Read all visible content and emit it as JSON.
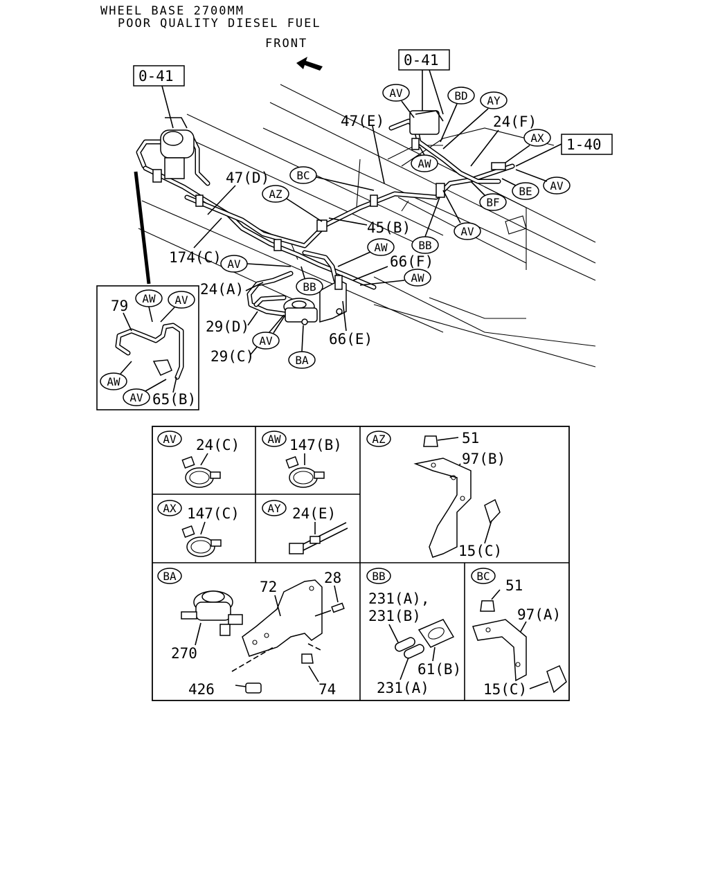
{
  "header": {
    "line1": "WHEEL BASE 2700MM",
    "line2": "POOR QUALITY DIESEL FUEL",
    "front": "FRONT"
  },
  "main_callouts": {
    "ref_left": "0-41",
    "ref_top": "0-41",
    "ref_right": "1-40",
    "p47e": "47(E)",
    "p24f": "24(F)",
    "p47d": "47(D)",
    "p45b": "45(B)",
    "p174c": "174(C)",
    "p66f": "66(F)",
    "p24a": "24(A)",
    "p29d": "29(D)",
    "p29c": "29(C)",
    "p66e": "66(E)"
  },
  "main_tags": {
    "av_top": "AV",
    "bd": "BD",
    "ay": "AY",
    "ax": "AX",
    "aw_top": "AW",
    "be": "BE",
    "av_right": "AV",
    "bf": "BF",
    "bc": "BC",
    "az": "AZ",
    "av_mid": "AV",
    "bb_right": "BB",
    "aw_mid": "AW",
    "av_left": "AV",
    "bb_mid": "BB",
    "aw_right": "AW",
    "av_low": "AV",
    "ba": "BA"
  },
  "inset": {
    "p79": "79",
    "tag_aw_top": "AW",
    "tag_av_top": "AV",
    "tag_aw_bottom": "AW",
    "tag_av_bottom": "AV",
    "p65b": "65(B)"
  },
  "detail_grid": {
    "av": {
      "tag": "AV",
      "part": "24(C)"
    },
    "aw": {
      "tag": "AW",
      "part": "147(B)"
    },
    "ax": {
      "tag": "AX",
      "part": "147(C)"
    },
    "ay": {
      "tag": "AY",
      "part": "24(E)"
    },
    "az": {
      "tag": "AZ",
      "p51": "51",
      "p97b": "97(B)",
      "p15c": "15(C)"
    },
    "ba": {
      "tag": "BA",
      "p72": "72",
      "p28": "28",
      "p270": "270",
      "p426": "426",
      "p74": "74"
    },
    "bb": {
      "tag": "BB",
      "p231a_comma": "231(A),",
      "p231b": "231(B)",
      "p61b": "61(B)",
      "p231a": "231(A)"
    },
    "bc": {
      "tag": "BC",
      "p51": "51",
      "p97a": "97(A)",
      "p15c": "15(C)"
    }
  }
}
